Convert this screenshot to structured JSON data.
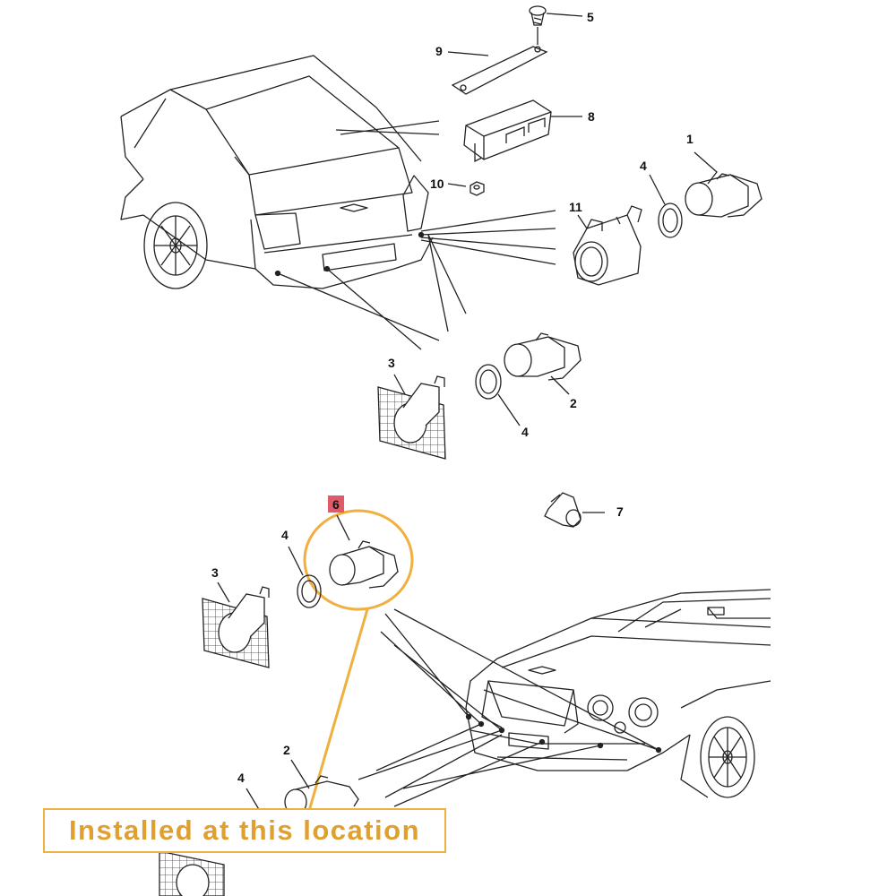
{
  "part_labels": {
    "p1": "1",
    "p2_top": "2",
    "p3_top": "3",
    "p4_top_a": "4",
    "p4_top_b": "4",
    "p5": "5",
    "p7": "7",
    "p8": "8",
    "p9": "9",
    "p10": "10",
    "p11": "11",
    "p6": "6",
    "p4_bottom_a": "4",
    "p3_bottom": "3",
    "p2_bottom": "2",
    "p4_bottom_b": "4"
  },
  "highlight": {
    "part": "6",
    "caption": "Installed at this location"
  },
  "colors": {
    "highlight_orange": "#f0b040",
    "caption_text": "#e0a030",
    "badge_red": "#e05a6a",
    "line": "#222222"
  },
  "icons": [
    "rear-car-drawing",
    "front-car-drawing",
    "pdc-sensor-part",
    "sensor-ring-part",
    "sensor-bracket-part",
    "screw-part",
    "control-unit-part",
    "strap-part",
    "nut-part",
    "sensor-holder-part",
    "clip-part"
  ]
}
